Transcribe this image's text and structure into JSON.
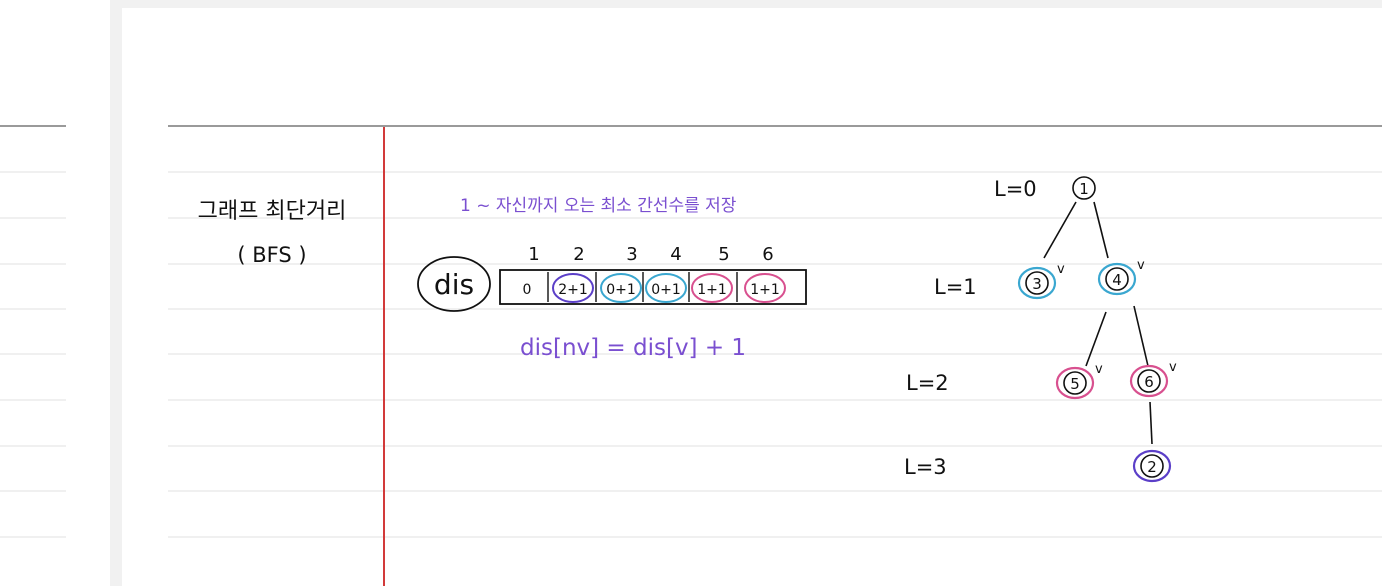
{
  "note": {
    "topic": "그래프 최단거리",
    "method": "( BFS )",
    "description": "1 ~ 자신까지 오는 최소 간선수를 저장",
    "array_label": "dis",
    "indices": [
      "1",
      "2",
      "3",
      "4",
      "5",
      "6"
    ],
    "cells": [
      {
        "text": "0",
        "circle": ""
      },
      {
        "text": "2+1",
        "circle": "#5b3fc8"
      },
      {
        "text": "0+1",
        "circle": "#3aa7d0"
      },
      {
        "text": "0+1",
        "circle": "#3aa7d0"
      },
      {
        "text": "1+1",
        "circle": "#d8508f"
      },
      {
        "text": "1+1",
        "circle": "#d8508f"
      }
    ],
    "formula": "dis[nv] = dis[v] + 1"
  },
  "tree": {
    "levels": [
      "L=0",
      "L=1",
      "L=2",
      "L=3"
    ],
    "nodes": [
      {
        "id": "1",
        "circle": "",
        "check": ""
      },
      {
        "id": "3",
        "circle": "#3aa7d0",
        "check": "v"
      },
      {
        "id": "4",
        "circle": "#3aa7d0",
        "check": "v"
      },
      {
        "id": "5",
        "circle": "#d8508f",
        "check": "v"
      },
      {
        "id": "6",
        "circle": "#d8508f",
        "check": "v"
      },
      {
        "id": "2",
        "circle": "#5b3fc8",
        "check": ""
      }
    ]
  },
  "colors": {
    "ink": "#111111",
    "purple_ink": "#7a4fd0",
    "margin_line": "#d23a3a",
    "rule_line": "#e1e1e1",
    "top_rule": "#9a9a9a"
  }
}
